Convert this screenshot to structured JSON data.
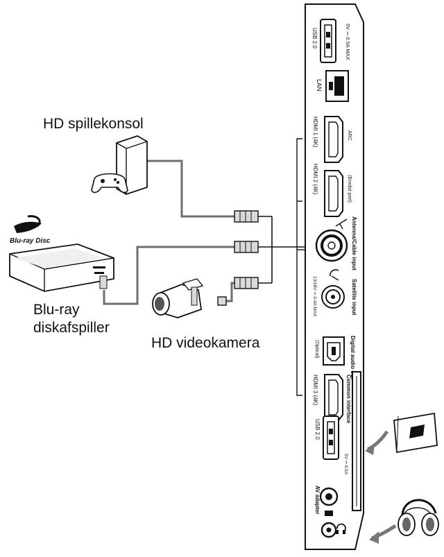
{
  "devices": {
    "game_console": "HD spillekonsol",
    "bluray_line1": "Blu-ray",
    "bluray_line2": "diskafspiller",
    "camcorder": "HD videokamera",
    "bluray_logo": "Blu-ray Disc"
  },
  "panel": {
    "usb_top": "USB 2.0",
    "usb_top_rating": "5V ⎓ 0.5A MAX",
    "lan": "LAN",
    "hdmi1": "HDMI 1 (4K)",
    "hdmi1_arc": "ARC",
    "hdmi2": "HDMI 2 (4K)",
    "hdmi2_note": "(Erodisl port)",
    "antenna": "Antenna/Cable input",
    "satellite": "Satellite input",
    "satellite_rating": "13/18V ⎓ 0.4A MAX",
    "digital_audio_out": "Digital audio out",
    "optical": "(Optical)",
    "common_interface": "Common interface",
    "hdmi3": "HDMI 3 (4K)",
    "usb_bottom": "USB 2.0",
    "usb_bottom_rating": "5V ⎓ 0.5A",
    "av_adapter": "AV adapter"
  },
  "colors": {
    "line": "#111111",
    "cable": "#6e6e6e",
    "fill": "#ffffff",
    "shade": "#d9d9d9"
  }
}
